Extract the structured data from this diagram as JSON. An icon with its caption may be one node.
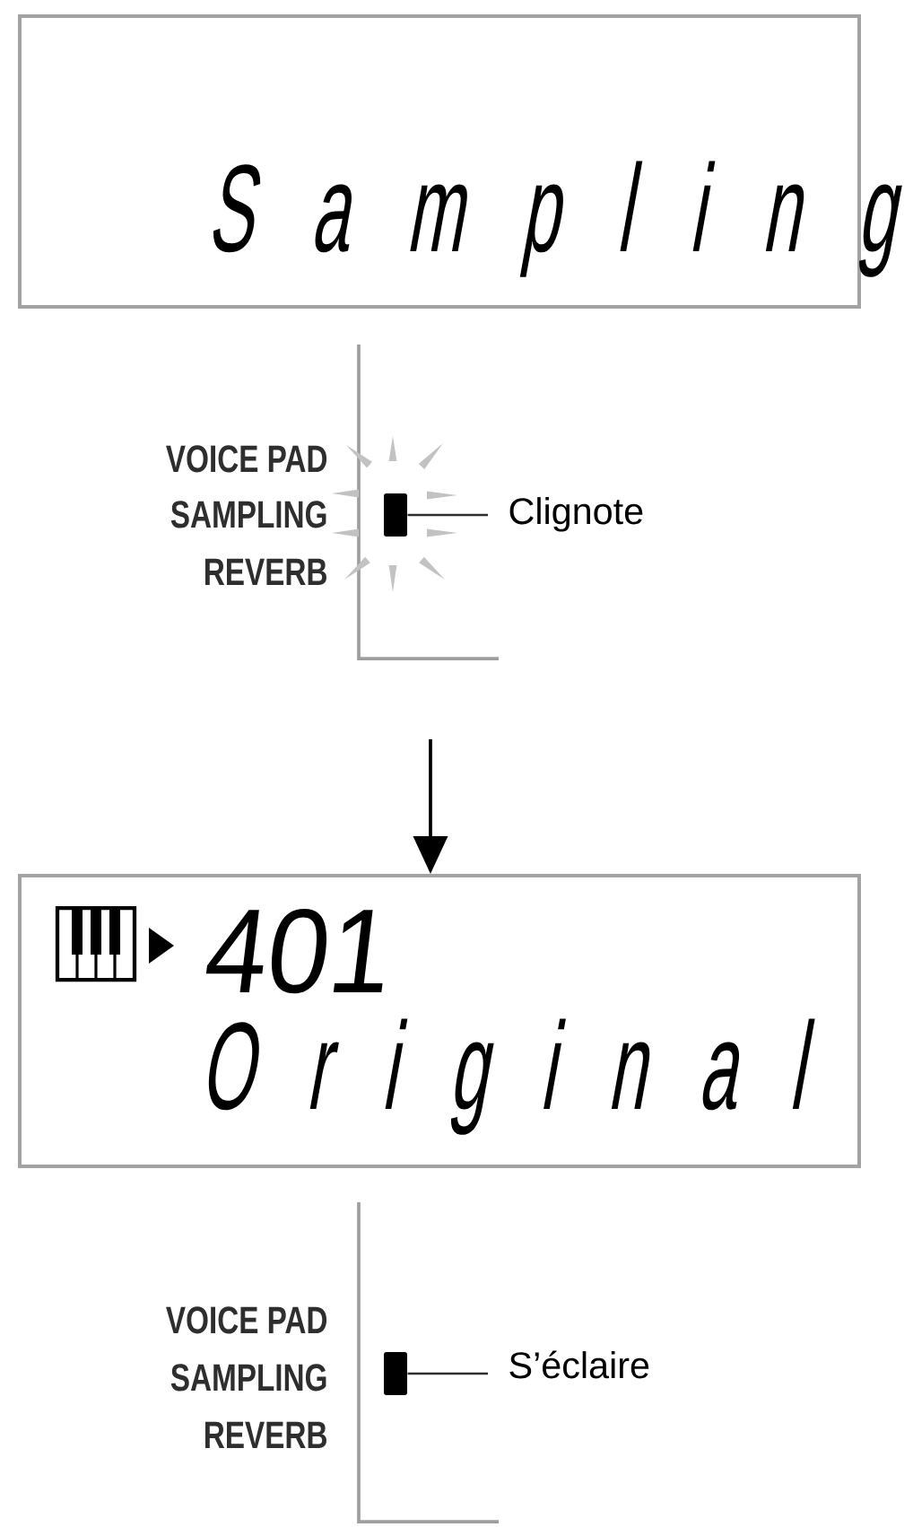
{
  "diagram": {
    "nodes": [
      {
        "text": [
          "S a m p l i n g"
        ]
      },
      {
        "text": [],
        "shape": "box"
      },
      {
        "text": [
          "Clignote"
        ]
      },
      {
        "text": [
          "401",
          "O r i g i n a l"
        ]
      },
      {
        "text": [],
        "shape": "box"
      },
      {
        "text": [
          "S’éclaire"
        ]
      }
    ],
    "edges": [
      {
        "from": 2,
        "to": 1,
        "arrow": "none"
      },
      {
        "from": null,
        "to": 3,
        "arrow": "to"
      },
      {
        "from": 5,
        "to": 4,
        "arrow": "none"
      }
    ],
    "labels": [
      "VOICE PAD",
      "SAMPLING",
      "REVERB",
      "VOICE PAD",
      "SAMPLING",
      "REVERB"
    ]
  }
}
